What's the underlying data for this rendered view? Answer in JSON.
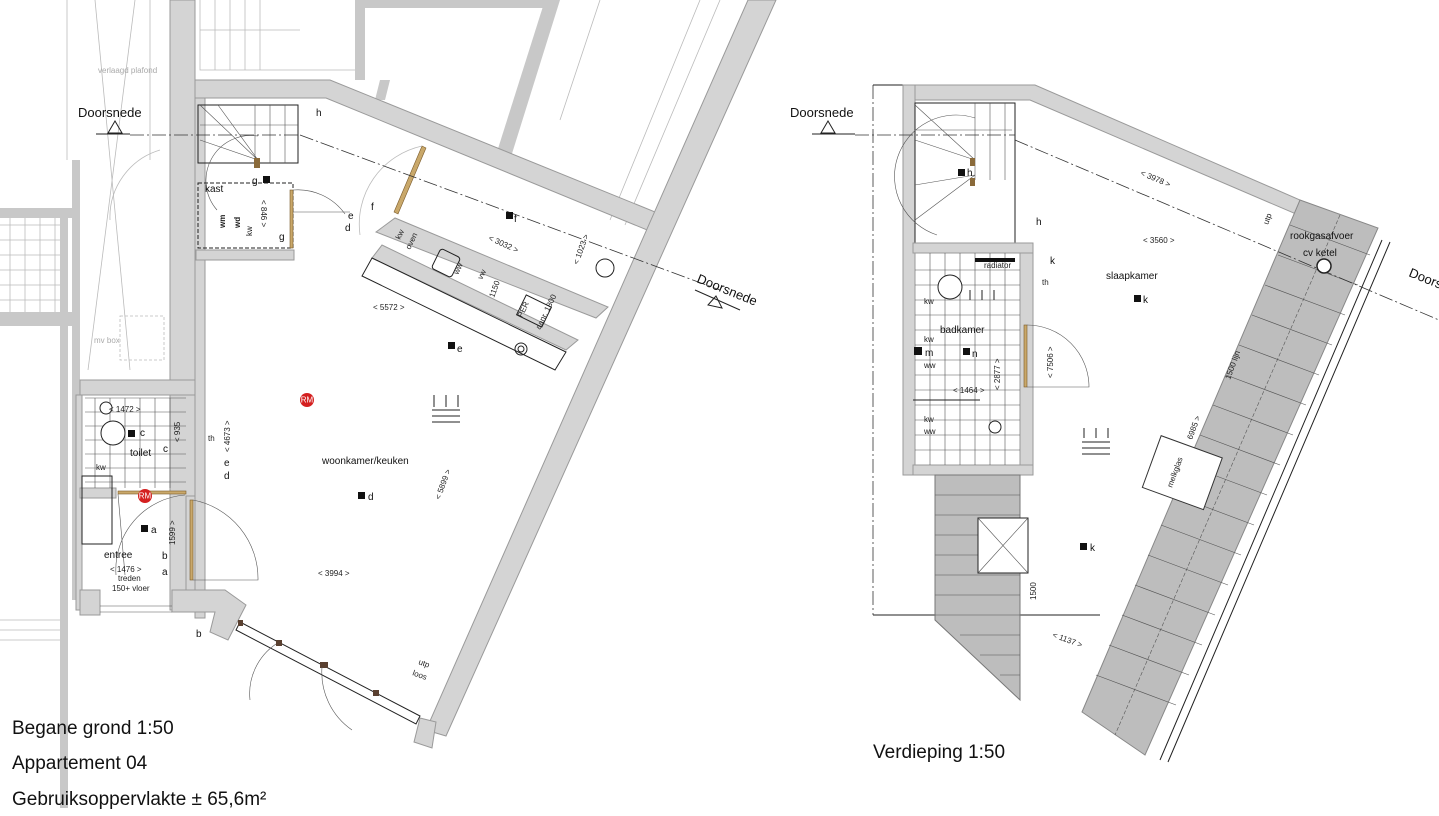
{
  "left_plan": {
    "caption_title": "Begane grond 1:50",
    "caption_unit": "Appartement 04",
    "caption_area": "Gebruiksoppervlakte ± 65,6m²",
    "section_label_1": "Doorsnede",
    "section_label_2": "Doorsnede",
    "neighbour_ceiling": "verlaagd plafond",
    "mv_box": "mv box",
    "rooms": {
      "kast": "kast",
      "toilet": "toilet",
      "entree": "entree",
      "woonkamer": "woonkamer/keuken"
    },
    "dimensions": {
      "d846": "< 846 >",
      "d3032": "< 3032 >",
      "d1023": "< 1023 >",
      "d5572": "< 5572 >",
      "d1472": "< 1472 >",
      "d935": "< 935",
      "d4673": "< 4673 >",
      "d5899": "< 5899 >",
      "d1599": "1599 >",
      "d1476": "< 1476 >",
      "d3994": "< 3994 >",
      "d1150": "1150"
    },
    "fixtures": {
      "wm": "wm",
      "wd": "wd",
      "kw_kast": "kw",
      "oven": "oven",
      "kw_kitchen": "kw",
      "ww_kitchen": "ww",
      "vw": "vw",
      "per": "PER",
      "aanr": "aanr. 1800",
      "kw_toilet": "kw",
      "th": "th",
      "utp": "utp",
      "loos": "loos",
      "treden": "treden",
      "vloer": "150+ vloer",
      "rm1": "RM",
      "rm2": "RM"
    },
    "switch_letters": {
      "h": "h",
      "g1": "g",
      "g2": "g",
      "e1": "e",
      "f1": "f",
      "d1": "d",
      "f_light": "f",
      "e_light": "e",
      "c_light": "c",
      "c_switch": "c",
      "e2": "e",
      "d2": "d",
      "d_light": "d",
      "a_light": "a",
      "b1": "b",
      "a1": "a",
      "b2": "b"
    }
  },
  "right_plan": {
    "caption_title": "Verdieping 1:50",
    "section_label_1": "Doorsnede",
    "section_label_2": "Doorsnede",
    "rooms": {
      "badkamer": "badkamer",
      "slaapkamer": "slaapkamer"
    },
    "dimensions": {
      "d3978": "< 3978 >",
      "d3560": "< 3560 >",
      "d2877": "< 2877 >",
      "d1464": "< 1464 >",
      "d7506": "< 7506 >",
      "d6985": "6985 >",
      "d1500lijn": "1500 lijn",
      "d1500": "1500",
      "d1137": "< 1137 >"
    },
    "fixtures": {
      "radiator": "radiator",
      "th": "th",
      "kw1": "kw",
      "kw2": "kw",
      "ww2": "ww",
      "kw3": "kw",
      "ww3": "ww",
      "utp": "utp",
      "rookgasafvoer": "rookgasafvoer",
      "cv_ketel": "cv ketel",
      "melkglas": "melkglas"
    },
    "switch_letters": {
      "h_light": "h",
      "h_switch": "h",
      "k_switch": "k",
      "k_light1": "k",
      "m": "m",
      "n": "n",
      "k_light2": "k"
    }
  },
  "colors": {
    "wall": "#d4d4d4",
    "door_frame": "#c9a86a",
    "rm_marker": "#d42020"
  }
}
